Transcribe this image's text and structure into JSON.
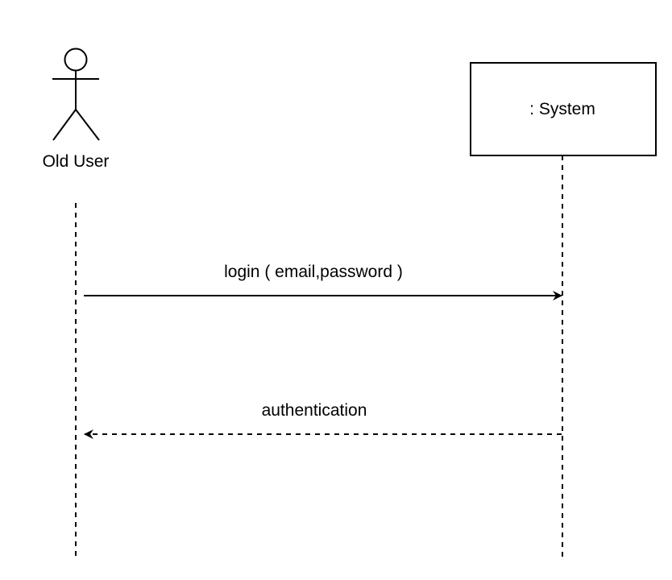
{
  "diagram": {
    "type": "sequence",
    "participants": [
      {
        "id": "old-user",
        "kind": "actor",
        "label": "Old User"
      },
      {
        "id": "system",
        "kind": "object",
        "label": ": System"
      }
    ],
    "messages": [
      {
        "from": "old-user",
        "to": "system",
        "kind": "synchronous",
        "label": "login ( email,password )"
      },
      {
        "from": "system",
        "to": "old-user",
        "kind": "return",
        "label": "authentication"
      }
    ]
  }
}
